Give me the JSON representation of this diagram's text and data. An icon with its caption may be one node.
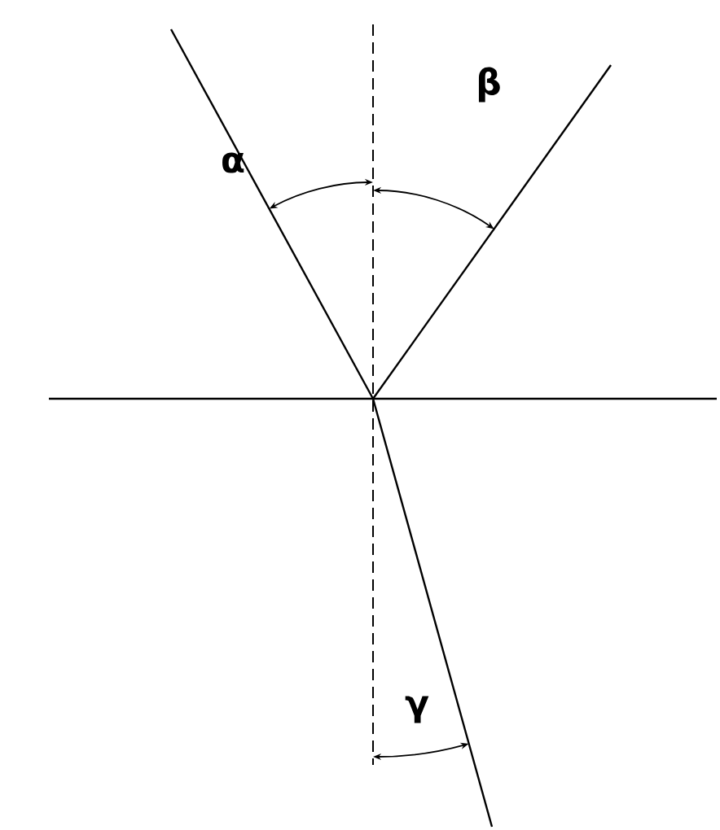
{
  "diagram": {
    "labels": [
      "α",
      "β",
      "γ"
    ]
  }
}
